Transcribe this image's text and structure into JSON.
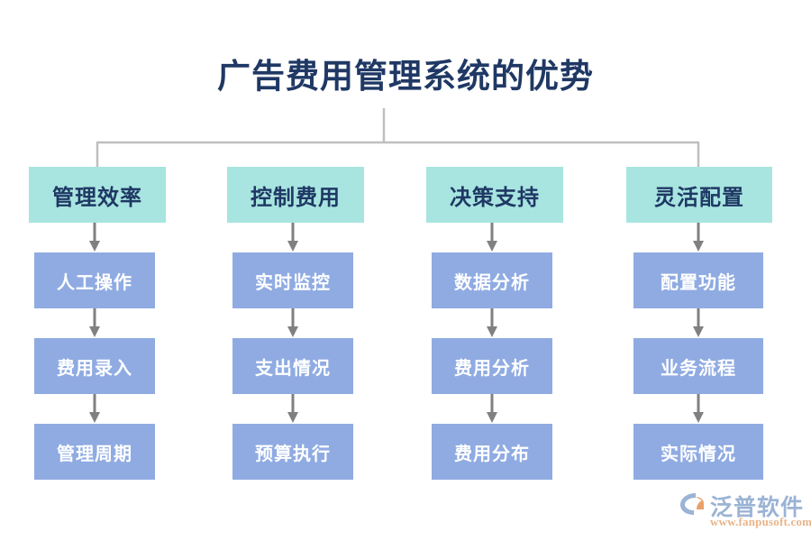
{
  "title": "广告费用管理系统的优势",
  "colors": {
    "title_text": "#1f3864",
    "header_box_bg": "#a8e5e0",
    "header_box_text": "#1f3864",
    "node_box_bg": "#8fabe2",
    "node_box_text": "#ffffff",
    "connector_line": "#bfbfbf",
    "arrow": "#808080",
    "background": "#ffffff",
    "watermark_brand": "#9bb3d4",
    "watermark_url": "#e8b48a"
  },
  "columns": [
    {
      "header": "管理效率",
      "nodes": [
        "人工操作",
        "费用录入",
        "管理周期"
      ]
    },
    {
      "header": "控制费用",
      "nodes": [
        "实时监控",
        "支出情况",
        "预算执行"
      ]
    },
    {
      "header": "决策支持",
      "nodes": [
        "数据分析",
        "费用分析",
        "费用分布"
      ]
    },
    {
      "header": "灵活配置",
      "nodes": [
        "配置功能",
        "业务流程",
        "实际情况"
      ]
    }
  ],
  "watermark": {
    "brand": "泛普软件",
    "url": "www.fanpusoft.com"
  }
}
